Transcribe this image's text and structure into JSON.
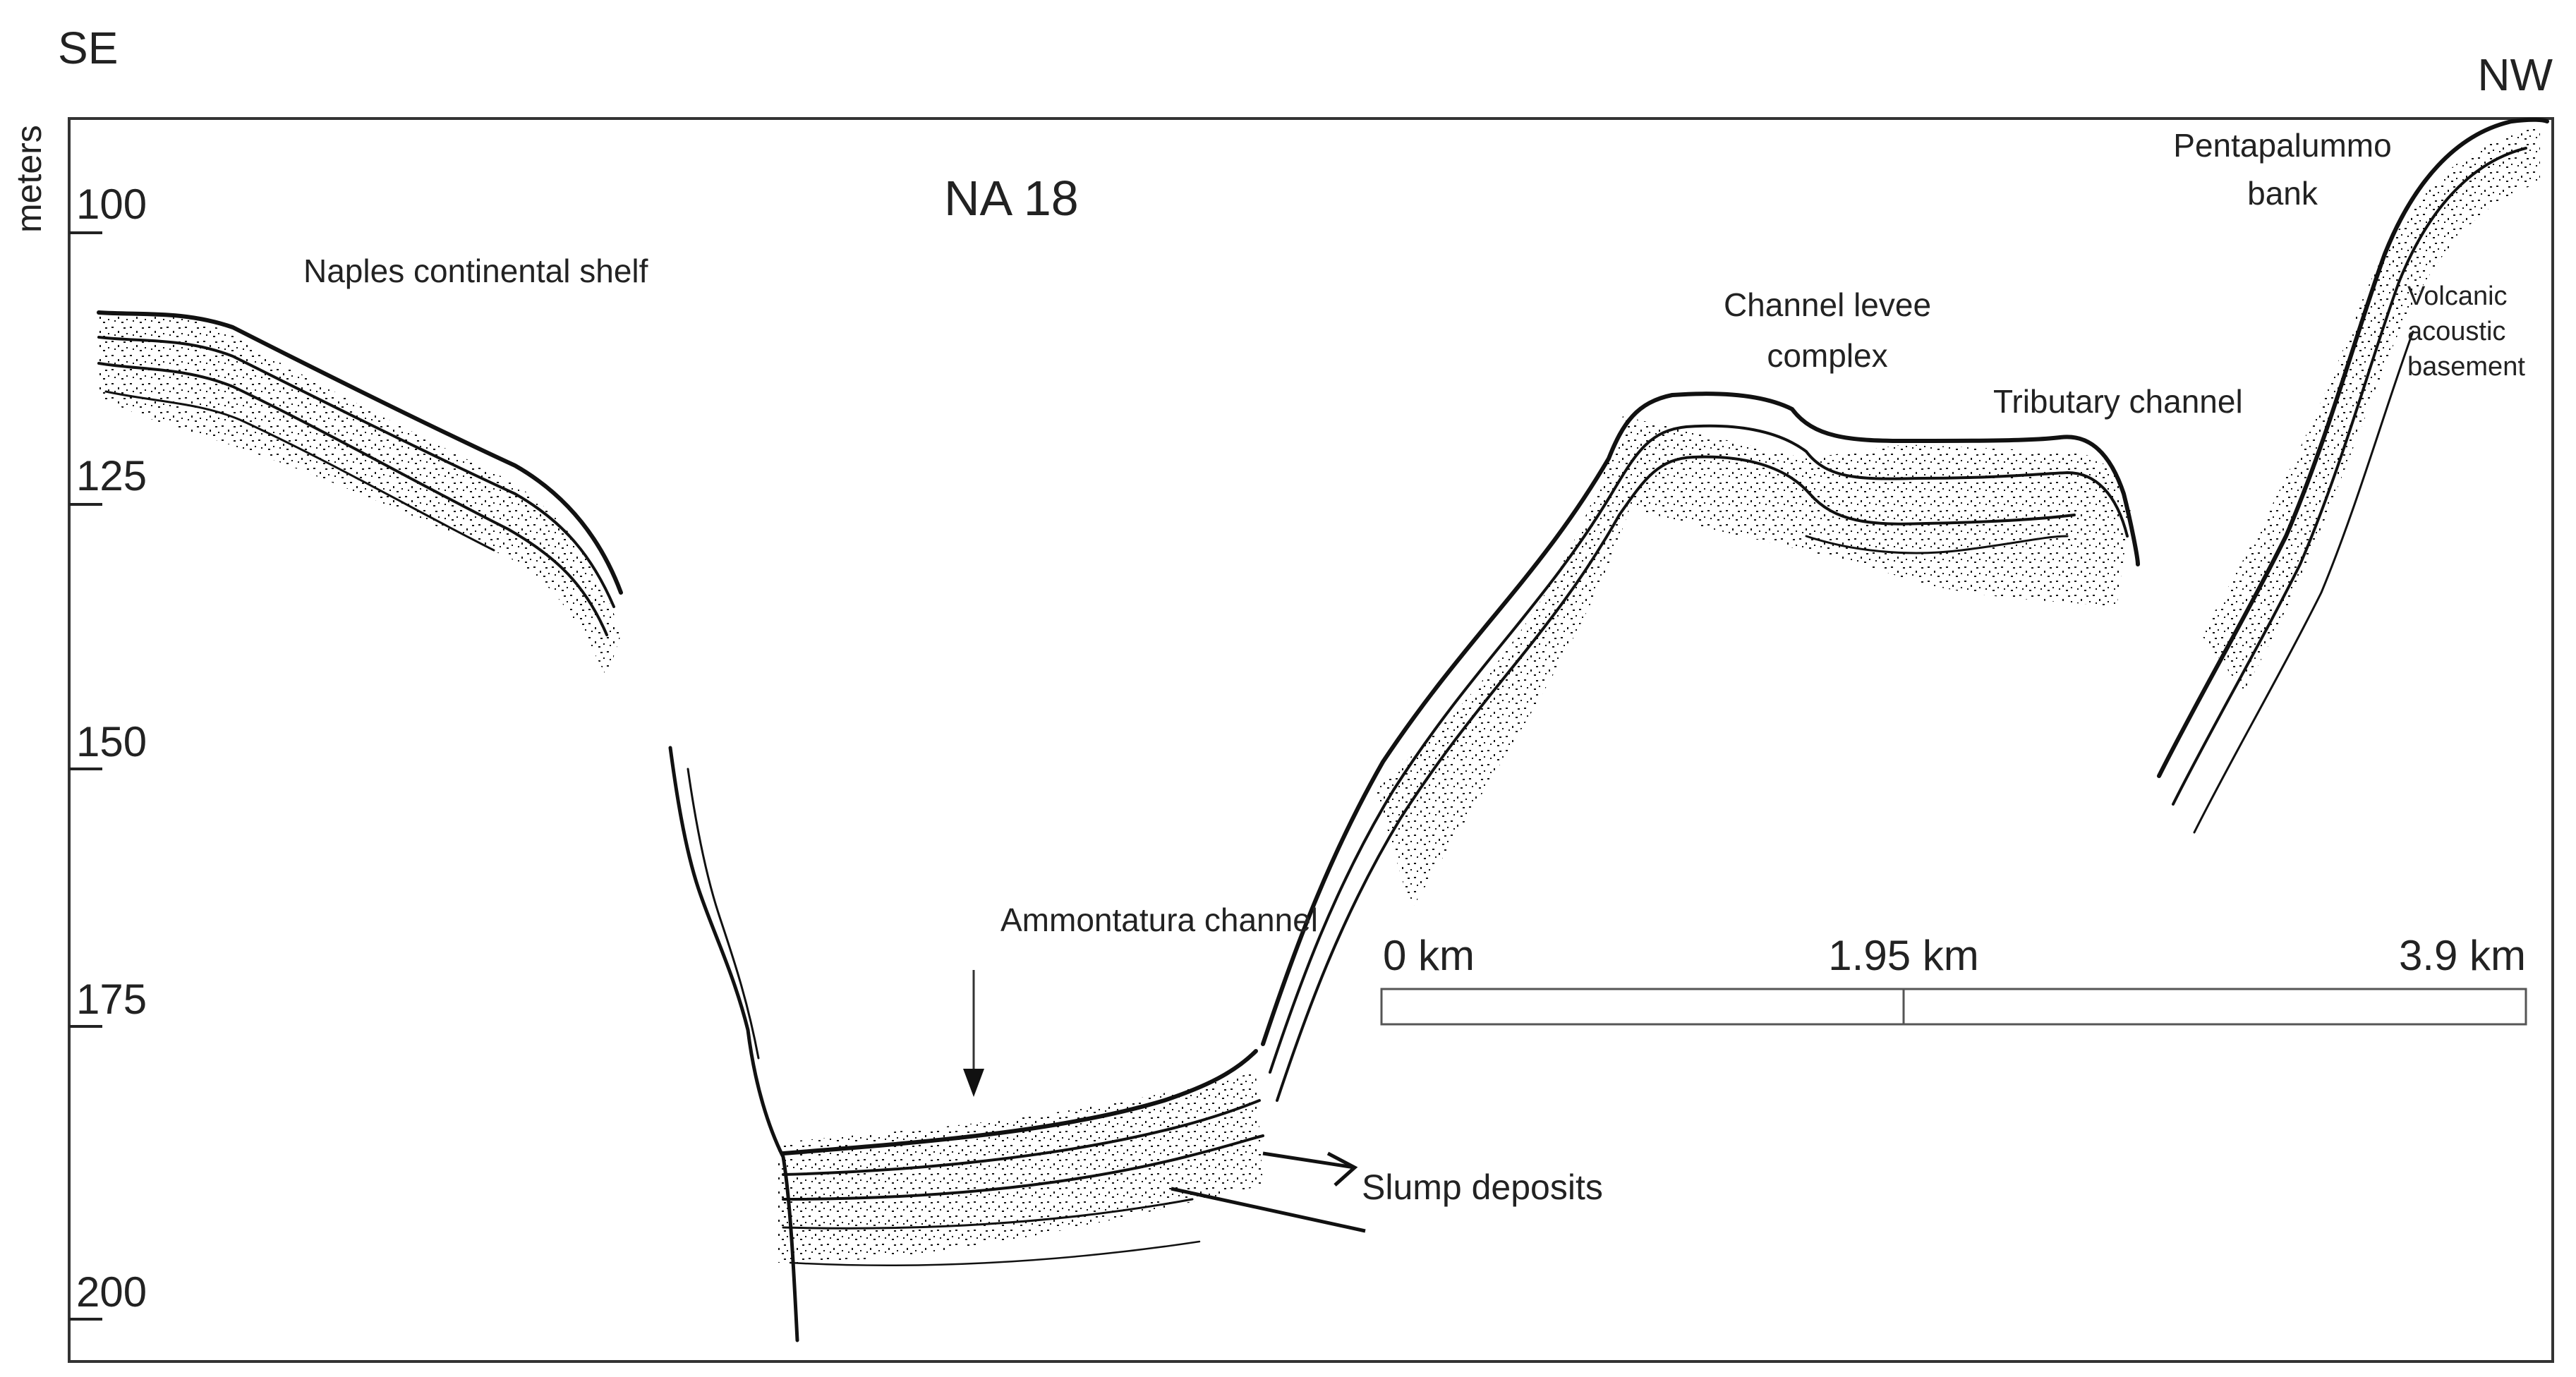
{
  "orientation": {
    "left": "SE",
    "right": "NW"
  },
  "profile_id": "NA 18",
  "depth_axis": {
    "label": "meters",
    "ticks": [
      "100",
      "125",
      "150",
      "175",
      "200"
    ]
  },
  "scale_bar": {
    "labels": [
      "0 km",
      "1.95 km",
      "3.9 km"
    ]
  },
  "annotations": {
    "shelf": "Naples continental shelf",
    "levee_line1": "Channel levee",
    "levee_line2": "complex",
    "tributary": "Tributary channel",
    "bank_line1": "Pentapalummo",
    "bank_line2": "bank",
    "volcanic_line1": "Volcanic",
    "volcanic_line2": "acoustic",
    "volcanic_line3": "basement",
    "ammontatura": "Ammontatura channel",
    "slump": "Slump deposits"
  },
  "colors": {
    "ink": "#111111",
    "frame": "#333333",
    "text": "#222222"
  }
}
